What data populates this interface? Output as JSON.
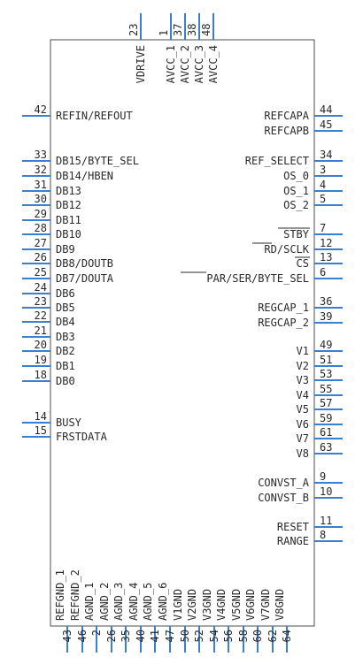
{
  "component": {
    "left_pins": [
      {
        "num": "42",
        "name": "REFIN/REFOUT"
      },
      {
        "num": "33",
        "name": "DB15/BYTE_SEL"
      },
      {
        "num": "32",
        "name": "DB14/HBEN"
      },
      {
        "num": "31",
        "name": "DB13"
      },
      {
        "num": "30",
        "name": "DB12"
      },
      {
        "num": "29",
        "name": "DB11"
      },
      {
        "num": "28",
        "name": "DB10"
      },
      {
        "num": "27",
        "name": "DB9"
      },
      {
        "num": "26",
        "name": "DB8/DOUTB"
      },
      {
        "num": "25",
        "name": "DB7/DOUTA"
      },
      {
        "num": "24",
        "name": "DB6"
      },
      {
        "num": "23",
        "name": "DB5"
      },
      {
        "num": "22",
        "name": "DB4"
      },
      {
        "num": "21",
        "name": "DB3"
      },
      {
        "num": "20",
        "name": "DB2"
      },
      {
        "num": "19",
        "name": "DB1"
      },
      {
        "num": "18",
        "name": "DB0"
      },
      {
        "num": "14",
        "name": "BUSY"
      },
      {
        "num": "15",
        "name": "FRSTDATA"
      }
    ],
    "right_pins": [
      {
        "num": "44",
        "name": "REFCAPA"
      },
      {
        "num": "45",
        "name": "REFCAPB"
      },
      {
        "num": "34",
        "name": "REF_SELECT"
      },
      {
        "num": "3",
        "name": "OS_0"
      },
      {
        "num": "4",
        "name": "OS_1"
      },
      {
        "num": "5",
        "name": "OS_2"
      },
      {
        "num": "7",
        "name": "STBY"
      },
      {
        "num": "12",
        "name": "RD/SCLK"
      },
      {
        "num": "13",
        "name": "CS"
      },
      {
        "num": "6",
        "name": "PAR/SER/BYTE_SEL"
      },
      {
        "num": "36",
        "name": "REGCAP_1"
      },
      {
        "num": "39",
        "name": "REGCAP_2"
      },
      {
        "num": "49",
        "name": "V1"
      },
      {
        "num": "51",
        "name": "V2"
      },
      {
        "num": "53",
        "name": "V3"
      },
      {
        "num": "55",
        "name": "V4"
      },
      {
        "num": "57",
        "name": "V5"
      },
      {
        "num": "59",
        "name": "V6"
      },
      {
        "num": "61",
        "name": "V7"
      },
      {
        "num": "63",
        "name": "V8"
      },
      {
        "num": "9",
        "name": "CONVST_A"
      },
      {
        "num": "10",
        "name": "CONVST_B"
      },
      {
        "num": "11",
        "name": "RESET"
      },
      {
        "num": "8",
        "name": "RANGE"
      }
    ],
    "top_pins": [
      {
        "num": "23",
        "name": "VDRIVE"
      },
      {
        "num": "1",
        "name": "AVCC_1"
      },
      {
        "num": "37",
        "name": "AVCC_2"
      },
      {
        "num": "38",
        "name": "AVCC_3"
      },
      {
        "num": "48",
        "name": "AVCC_4"
      }
    ],
    "bottom_pins": [
      {
        "num": "43",
        "name": "REFGND_1"
      },
      {
        "num": "46",
        "name": "REFGND_2"
      },
      {
        "num": "2",
        "name": "AGND_1"
      },
      {
        "num": "26",
        "name": "AGND_2"
      },
      {
        "num": "35",
        "name": "AGND_3"
      },
      {
        "num": "40",
        "name": "AGND_4"
      },
      {
        "num": "41",
        "name": "AGND_5"
      },
      {
        "num": "47",
        "name": "AGND_6"
      },
      {
        "num": "50",
        "name": "V1GND"
      },
      {
        "num": "52",
        "name": "V2GND"
      },
      {
        "num": "54",
        "name": "V3GND"
      },
      {
        "num": "56",
        "name": "V4GND"
      },
      {
        "num": "58",
        "name": "V5GND"
      },
      {
        "num": "60",
        "name": "V6GND"
      },
      {
        "num": "62",
        "name": "V7GND"
      },
      {
        "num": "64",
        "name": "V8GND"
      }
    ],
    "overbar_names": [
      "STBY",
      "RD",
      "CS",
      "PAR"
    ],
    "pin_color": "#3b7fd1",
    "outline_color": "#4d4d4d"
  }
}
